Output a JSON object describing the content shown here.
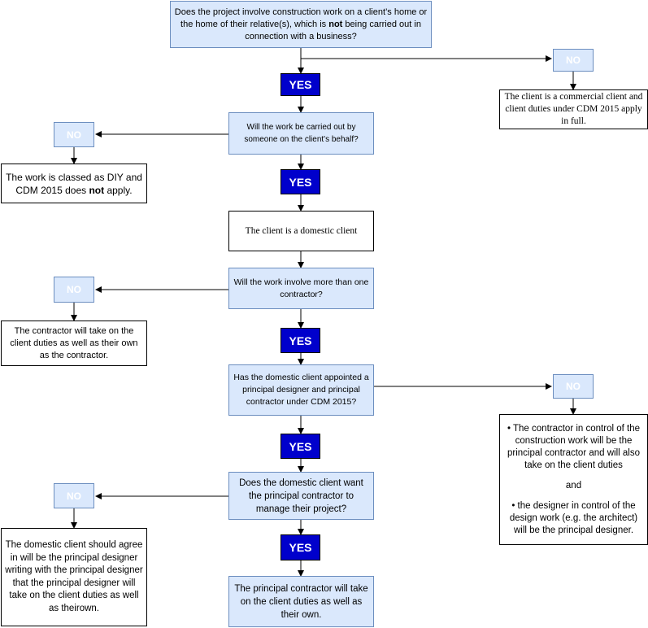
{
  "nodes": {
    "q1": {
      "pre": "Does the project involve construction work on a client’s home or the home of their relative(s), which is ",
      "bold": "not",
      "post": " being carried out in connection with a business?"
    },
    "yes1": "YES",
    "no1": "NO",
    "r_commercial": "The client is a commercial client and client duties under CDM 2015 apply in full.",
    "q2": "Will the work be carried out by someone on the client's behalf?",
    "no2": "NO",
    "r_diy": {
      "pre": "The work is classed as DIY and CDM 2015 does ",
      "bold": "not",
      "post": " apply."
    },
    "yes2": "YES",
    "r_domestic": "The client is a domestic client",
    "q3": "Will the work involve more than one contractor?",
    "no3": "NO",
    "r_one_contractor": "The contractor will take on the client duties as well as their own as the contractor.",
    "yes3": "YES",
    "q4": "Has the domestic client appointed a principal designer and principal contractor under CDM 2015?",
    "no4": "NO",
    "r_not_appointed": {
      "line1": "• The contractor in control of the construction work will be the principal contractor and will also take on the client duties",
      "and": "and",
      "line2": "• the designer in control of the design work (e.g. the architect) will be the principal designer."
    },
    "yes4": "YES",
    "q5": "Does the domestic client want the principal contractor to manage their project?",
    "no5": "NO",
    "r_designer": "The domestic client should agree in will be the principal designer writing with the principal designer that the principal designer will take on the client duties as well as theirown.",
    "yes5": "YES",
    "r_final": "The principal contractor will take on the client duties as well as their own."
  },
  "colors": {
    "question_fill": "#dae8fc",
    "question_stroke": "#6c8ebf",
    "yes_fill": "#0000cc",
    "no_fill": "#dae8fc"
  }
}
